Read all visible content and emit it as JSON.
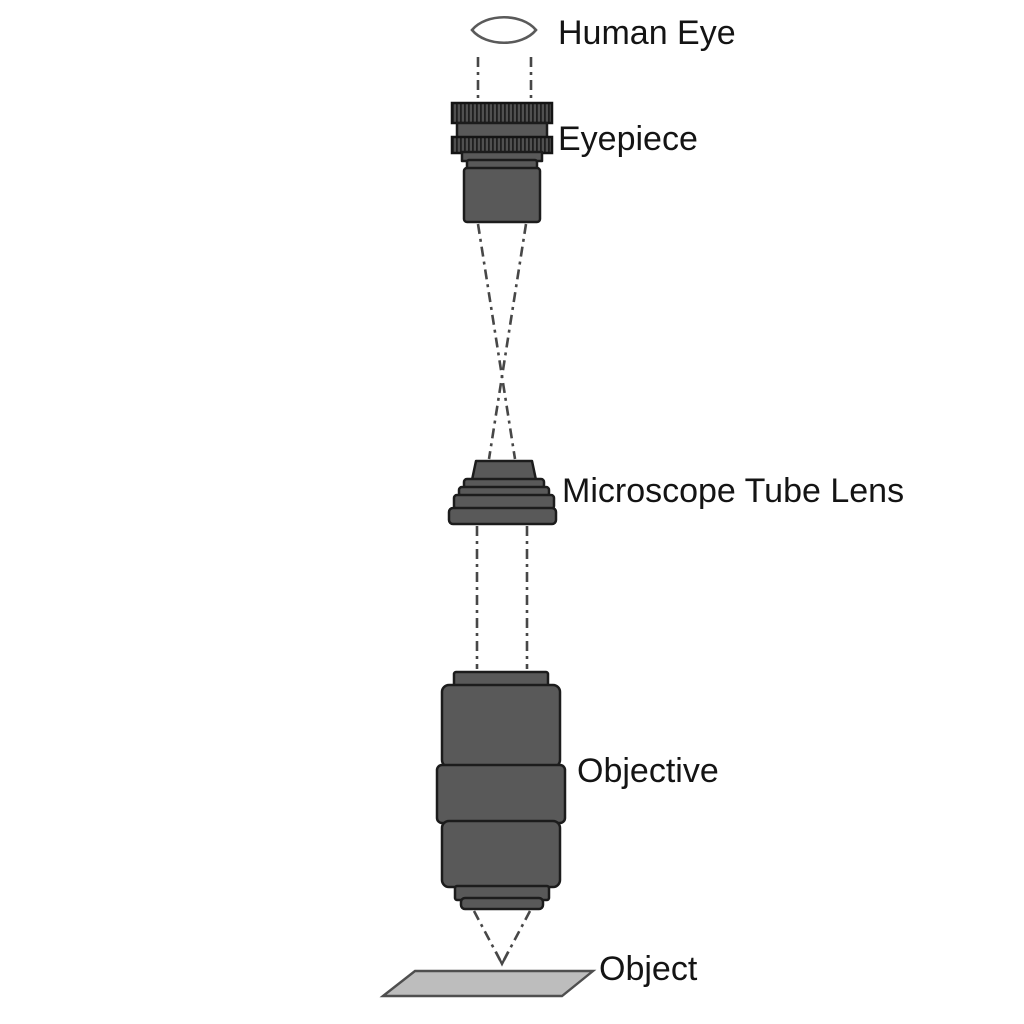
{
  "diagram": {
    "type": "optical-path-schematic",
    "subject": "Microscope imaging path from object to human eye",
    "labels": {
      "human_eye": "Human Eye",
      "eyepiece": "Eyepiece",
      "tube_lens": "Microscope Tube Lens",
      "objective": "Objective",
      "object": "Object"
    },
    "colors": {
      "background": "#ffffff",
      "component_fill": "#595959",
      "component_outline": "#1c1c1c",
      "knurl_stripe": "#1f1f1f",
      "optical_axis": "#474747",
      "eye_lens_outline": "#5a5a5a",
      "object_plane_fill": "#bdbdbd",
      "object_plane_outline": "#4f4f4f",
      "label_text": "#141414"
    }
  }
}
